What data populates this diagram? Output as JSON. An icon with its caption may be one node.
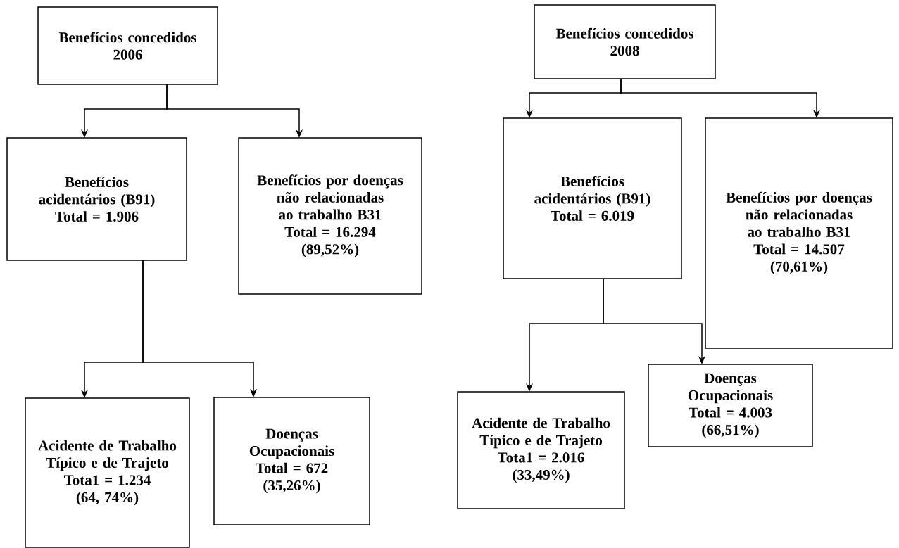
{
  "diagram": {
    "nodes": [
      {
        "text": [
          "Benefícios concedidos",
          "2006"
        ]
      },
      {
        "text": [
          "Benefícios acidentários (B91)",
          "Total = 1.906"
        ]
      },
      {
        "text": [
          "Benefícios por doenças não relacionadas ao trabalho B31",
          "Total = 16.294",
          "(89,52%)"
        ]
      },
      {
        "text": [
          "Acidente de Trabalho Típico e de Trajeto",
          "Tota1 = 1.234",
          "(64, 74%)"
        ]
      },
      {
        "text": [
          "Doenças Ocupacionais",
          "Total = 672",
          "(35,26%)"
        ]
      },
      {
        "text": [
          "Benefícios concedidos",
          "2008"
        ]
      },
      {
        "text": [
          "Benefícios acidentários (B91)",
          "Total = 6.019"
        ]
      },
      {
        "text": [
          "Benefícios por doenças não relacionadas ao trabalho B31",
          "Total = 14.507",
          "(70,61%)"
        ]
      },
      {
        "text": [
          "Acidente de Trabalho Típico e de Trajeto",
          "Tota1 = 2.016",
          "(33,49%)"
        ]
      },
      {
        "text": [
          "Doenças Ocupacionais",
          "Total = 4.003",
          "(66,51%)"
        ]
      }
    ],
    "edges": [
      {
        "from": 0,
        "to": 1,
        "arrow": "to"
      },
      {
        "from": 0,
        "to": 2,
        "arrow": "to"
      },
      {
        "from": 1,
        "to": 3,
        "arrow": "to"
      },
      {
        "from": 1,
        "to": 4,
        "arrow": "to"
      },
      {
        "from": 5,
        "to": 6,
        "arrow": "to"
      },
      {
        "from": 5,
        "to": 7,
        "arrow": "to"
      },
      {
        "from": 6,
        "to": 8,
        "arrow": "to"
      },
      {
        "from": 6,
        "to": 9,
        "arrow": "to"
      }
    ]
  }
}
